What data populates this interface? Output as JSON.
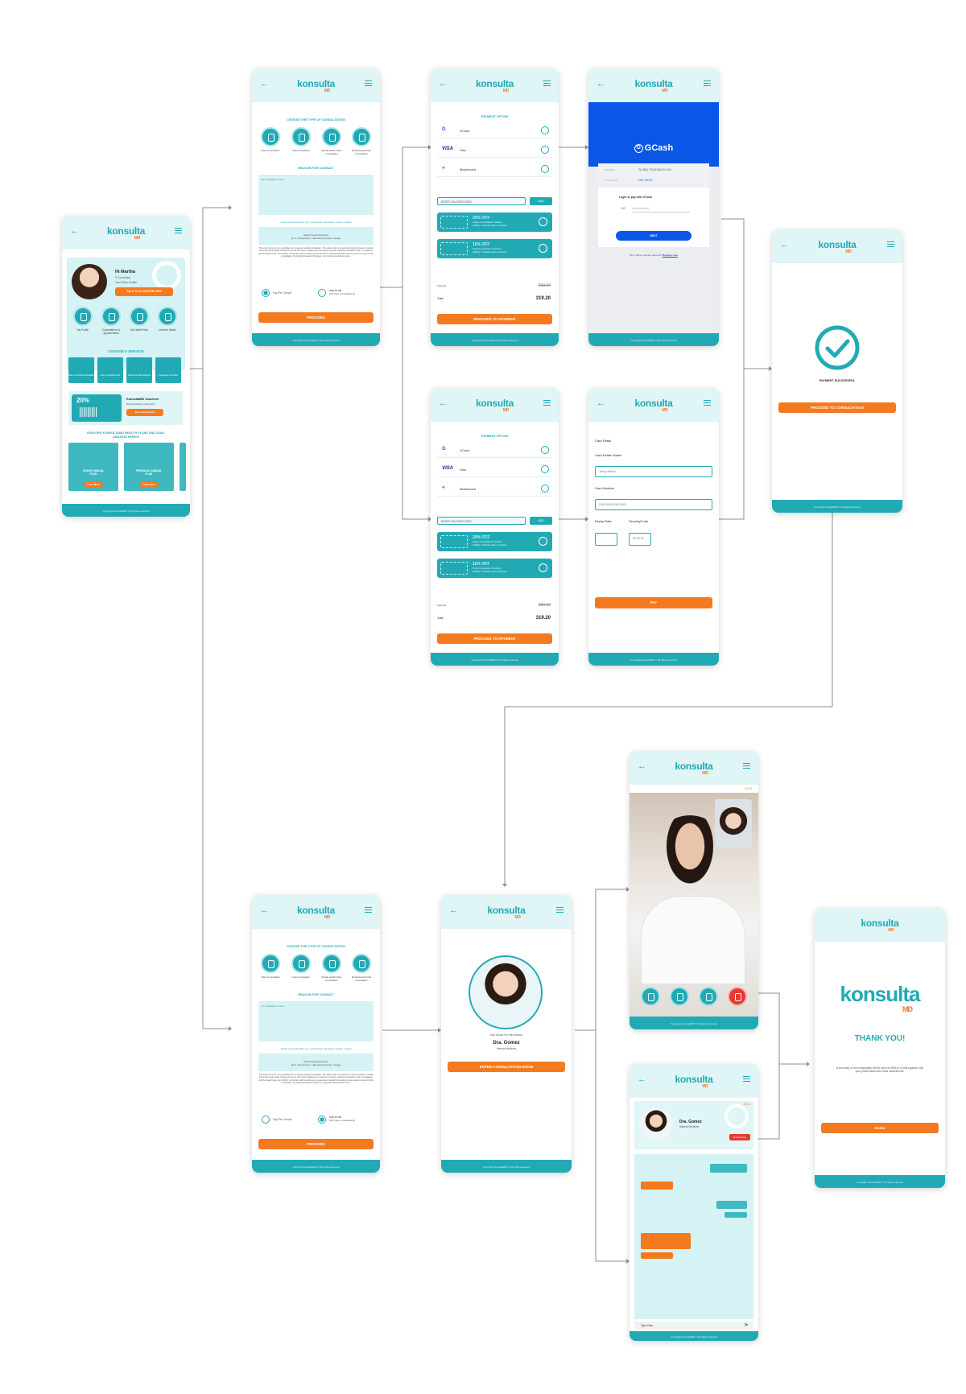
{
  "brand": {
    "name": "konsulta",
    "sub": "MD",
    "teal": "#22aab4",
    "orange": "#f47a20",
    "light": "#dff5f6"
  },
  "footer": "Copyright KonsultaMD © All rights reserved",
  "home": {
    "greeting": "Hi Martha",
    "subtitle": "3 Consult(s)",
    "subtitle2": "Card Video Credits",
    "cta": "TALK TO A DOCTOR NOW",
    "quick": [
      "My Profile",
      "Consultations & Appointments",
      "My Health Plan",
      "Voucher Wallet"
    ],
    "services_title": "CHOOSE A SERVICE",
    "services": [
      "Video or Chat Consultation",
      "Set an Appointment",
      "Mental Health Support",
      "Concierge Services"
    ],
    "promo_pct": "20%",
    "promo_title": "KonsultaMD Vouchers",
    "promo_sub": "Explore Deals & Discounts",
    "promo_cta": "Start Saving Now",
    "explore_title": "EXPLORE KONSULTAMD HEALTH PLANS AND AVAIL AMAZING PERKS!",
    "plans": [
      "GROUP ANNUAL PLAN",
      "PERSONAL ANNUAL PLAN"
    ],
    "learn": "Learn More"
  },
  "consult": {
    "type_title": "CHOOSE THE TYPE OF CONSULTATION",
    "types": [
      "Video Consultation",
      "Chat Consultation",
      "Mental Health Video Consultation",
      "Mental Health Chat Consultation"
    ],
    "reason_title": "REASON FOR CONSULT",
    "reason_placeholder": "Ex: Headache, Fever",
    "attach_title": "Attach supporting files (e.g. prescription, laboratory results, image)",
    "attach_box": "Attach Supporting Files",
    "attach_box_sub": "(E.G. Prescription, Laboratory Results, Image)",
    "disclaimer": "This short consult is not a substitute for an actual medical consultation. The patient opts to provide their sub-information, medical information and details. Please do not use this chat to replace any necessary in-person medical consultation, and in compliance with the Data Privacy Act of 2012, our Doctors will be asking any personal and medical information that we need to secure for this consultation. By clicking Proceed to Payment, you hereby accept these terms.",
    "opt1": "Pay Per Consult",
    "opt2": "USE PLAN",
    "opt2_sub": "(2/3 Free Consultations)",
    "proceed": "PROCEED"
  },
  "payment": {
    "title": "PAYMENT OPTION",
    "options": [
      "GCash",
      "Visa",
      "Mastercard"
    ],
    "voucher_placeholder": "ENTER VOUCHER CODE",
    "add": "ADD",
    "vouchers": [
      {
        "title": "20% OFF",
        "sub": "Video Consultation Voucher",
        "valid": "Validity: 3 Weeks after purchase"
      },
      {
        "title": "10% OFF",
        "sub": "Chat Consultation Voucher",
        "valid": "Validity: 3 Weeks after purchase"
      }
    ],
    "subtotal_label": "Subtotal",
    "subtotal": "399.00",
    "total_label": "Total",
    "total": "319.20",
    "proceed": "PROCEED TO PAYMENT"
  },
  "gcash": {
    "brand": "GCash",
    "merchant_label": "Merchant",
    "merchant": "GLOBAL TELEHEALTH, INC.",
    "amount_label": "Amount Due",
    "amount": "PHP 100.00",
    "login": "Login to pay with GCash",
    "prefix": "+63",
    "mobile_placeholder": "Mobile number",
    "next": "NEXT",
    "register": "Don't have a GCash account?",
    "register_link": "Register now"
  },
  "card": {
    "title": "Card Detail",
    "holder_label": "Card Holder Name",
    "holder": "Jenny Wilson",
    "number_label": "Card Number",
    "number": "0000 0000 0000 0000",
    "expiry_label": "Expiry Date",
    "security_label": "SecurityCode",
    "security": "00 00 00",
    "pay": "PAY"
  },
  "success": {
    "text": "PAYMENT SUCCESSFUL",
    "cta": "PROCEED TO CONSULTATION"
  },
  "room": {
    "caption": "Your Doctor For this Session",
    "doctor": "Dra. Gomez",
    "specialty": "Internal Medicine",
    "enter": "ENTER CONSULTATION ROOM"
  },
  "video": {
    "timer": "00:00"
  },
  "chat": {
    "doctor": "Dra. Gomez",
    "specialty": "Internal Medicine",
    "end": "End Session",
    "timer": "00:00",
    "type_here": "Type Here"
  },
  "thanks": {
    "title": "THANK YOU!",
    "text": "A summary of the consultation will be sent via SMS or e-mail together with your prescriptions and other attachments.",
    "home": "Home"
  }
}
